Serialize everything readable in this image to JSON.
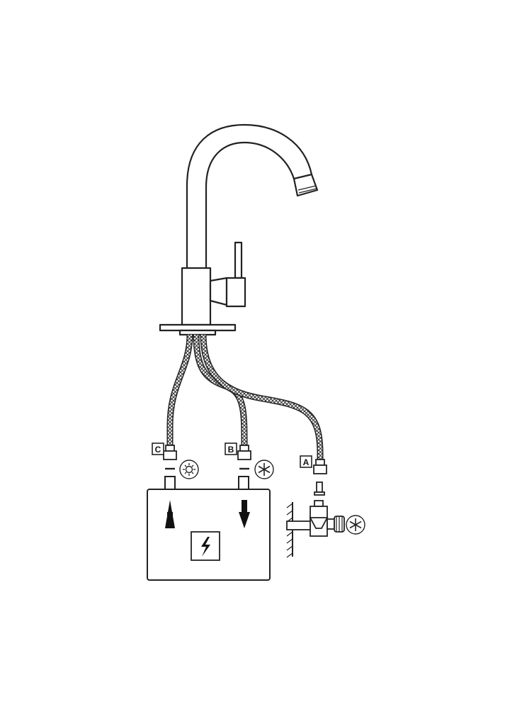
{
  "diagram": {
    "labels": {
      "c": "C",
      "b": "B",
      "a": "A"
    },
    "icons": {
      "hot_water": "sun-icon",
      "cold_water": "snowflake-icon",
      "electric": "lightning-icon",
      "flow_up": "arrow-up-icon",
      "flow_down": "arrow-down-icon"
    },
    "colors": {
      "line": "#222222",
      "background": "#ffffff",
      "hose": "#3a3a3a"
    }
  }
}
